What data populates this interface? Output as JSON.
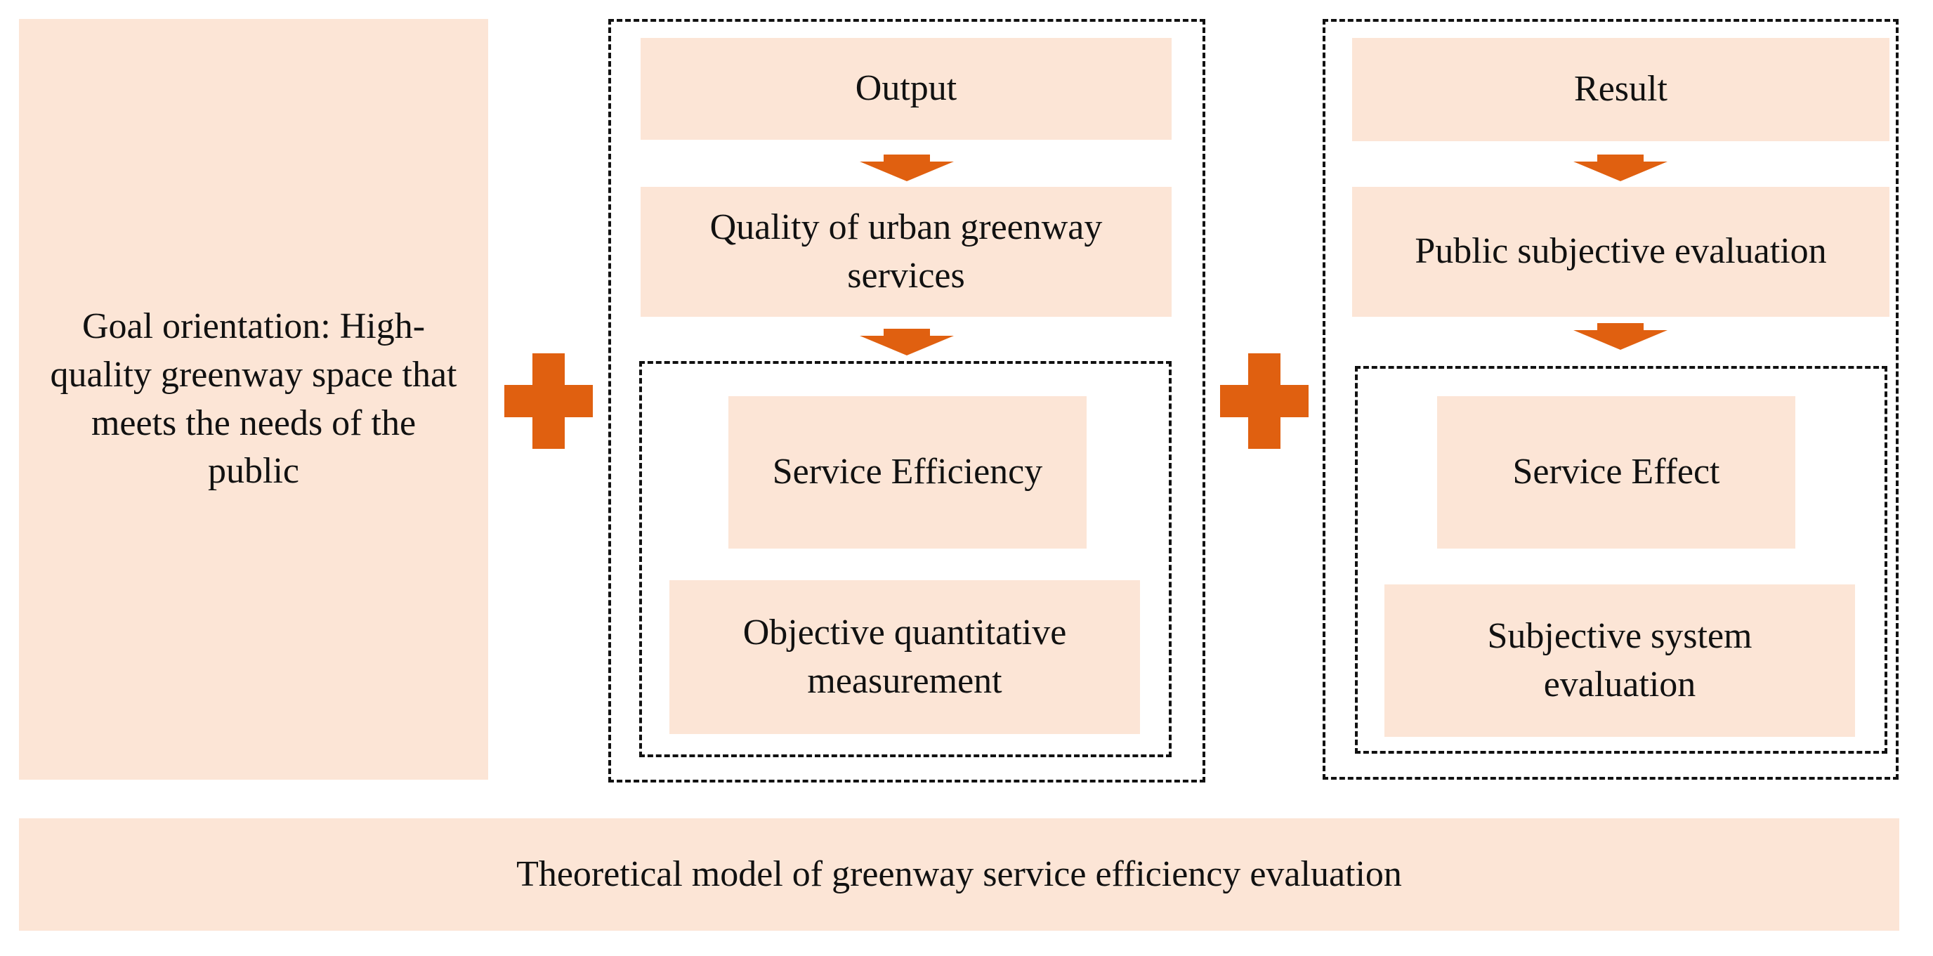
{
  "colors": {
    "box_fill": "#fce5d6",
    "accent": "#e06010",
    "dash_border": "#111111",
    "text": "#111111"
  },
  "goal": {
    "label": "Goal orientation: High-quality greenway space that meets the needs of the public"
  },
  "output_group": {
    "header": "Output",
    "quality": "Quality of urban greenway services",
    "inner": {
      "efficiency": "Service Efficiency",
      "measurement": "Objective quantitative measurement"
    }
  },
  "result_group": {
    "header": "Result",
    "evaluation": "Public subjective evaluation",
    "inner": {
      "effect": "Service Effect",
      "system": "Subjective system evaluation"
    }
  },
  "footer": {
    "label": "Theoretical model of greenway service efficiency evaluation"
  },
  "icons": {
    "plus": "plus-icon",
    "arrow": "arrow-down-icon"
  }
}
